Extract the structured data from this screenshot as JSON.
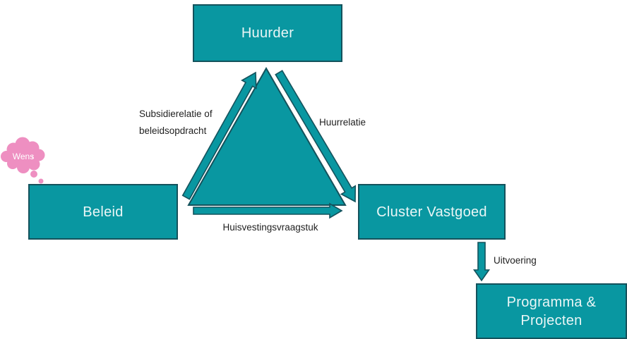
{
  "colors": {
    "box_fill": "#0997A1",
    "box_border": "#14525C",
    "bubble_pink": "#EE8FC1",
    "label_text": "#1F1F1F",
    "box_text": "#EAF6F6"
  },
  "nodes": {
    "huurder": {
      "label": "Huurder"
    },
    "beleid": {
      "label": "Beleid"
    },
    "cluster_vastgoed": {
      "label": "Cluster Vastgoed"
    },
    "programma_projecten": {
      "line1": "Programma &",
      "line2": "Projecten"
    }
  },
  "thought_bubble": {
    "label": "Wens"
  },
  "edges": {
    "subsidierelatie": {
      "line1": "Subsidierelatie of",
      "line2": "beleidsopdracht"
    },
    "huurrelatie": {
      "label": "Huurrelatie"
    },
    "huisvestingsvraagstuk": {
      "label": "Huisvestingsvraagstuk"
    },
    "uitvoering": {
      "label": "Uitvoering"
    }
  }
}
